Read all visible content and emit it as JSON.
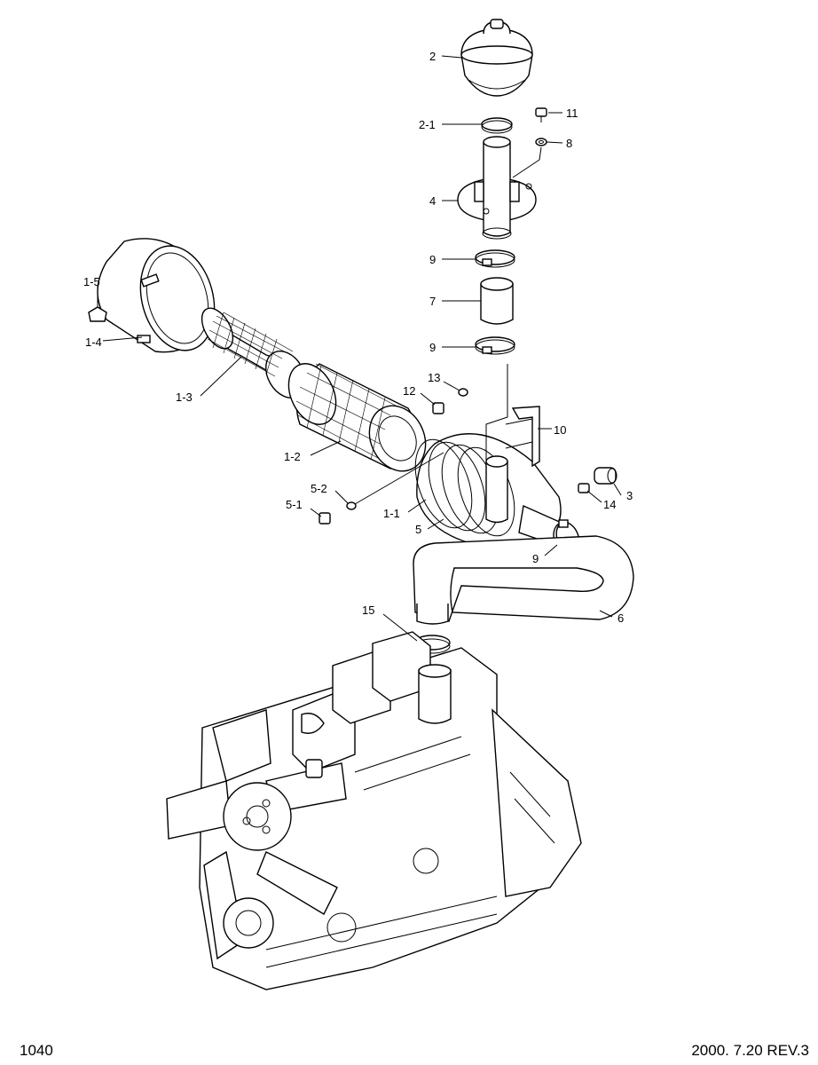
{
  "footer": {
    "page_number": "1040",
    "revision": "2000. 7.20 REV.3"
  },
  "callouts": {
    "c2": "2",
    "c2_1": "2-1",
    "c11": "11",
    "c8": "8",
    "c4": "4",
    "c9a": "9",
    "c7": "7",
    "c9b": "9",
    "c1_5": "1-5",
    "c1_4": "1-4",
    "c1_3": "1-3",
    "c13": "13",
    "c12": "12",
    "c10": "10",
    "c1_2": "1-2",
    "c3": "3",
    "c5_2": "5-2",
    "c5_1": "5-1",
    "c1_1": "1-1",
    "c5": "5",
    "c14": "14",
    "c9c": "9",
    "c6": "6",
    "c15": "15"
  }
}
